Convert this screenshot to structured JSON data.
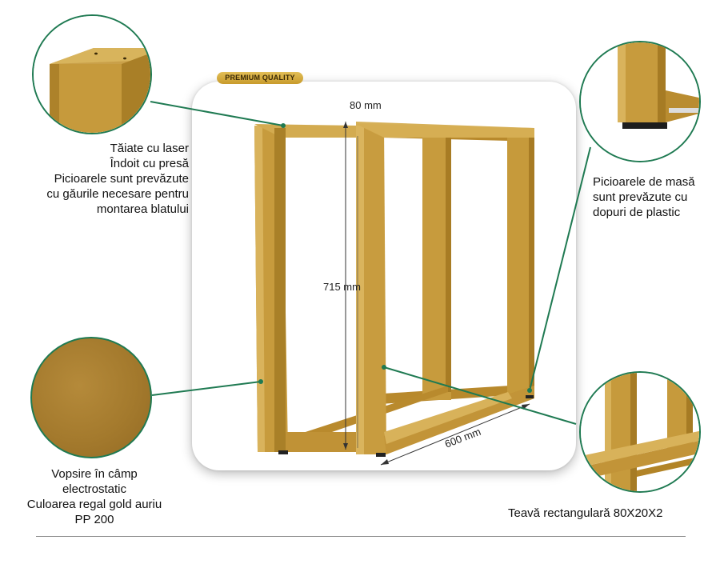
{
  "badge": "PREMIUM QUALITY",
  "dimensions": {
    "width_top": "80 mm",
    "height": "715 mm",
    "depth": "600 mm"
  },
  "captions": {
    "top_left": [
      "Tăiate cu laser",
      "Îndoit cu presă",
      "Picioarele sunt prevăzute",
      "cu găurile necesare pentru",
      "montarea blatului"
    ],
    "top_right": [
      "Picioarele de masă",
      "sunt prevăzute cu",
      "dopuri de plastic"
    ],
    "bottom_left": [
      "Vopsire în câmp",
      "electrostatic",
      "Culoarea regal gold auriu",
      "PP 200"
    ],
    "bottom_right": [
      "Teavă rectangulară 80X20X2"
    ]
  },
  "colors": {
    "gold": "#c69a3c",
    "gold_dark": "#a57a22",
    "gold_light": "#d8b25a",
    "line": "#1f7a52"
  }
}
